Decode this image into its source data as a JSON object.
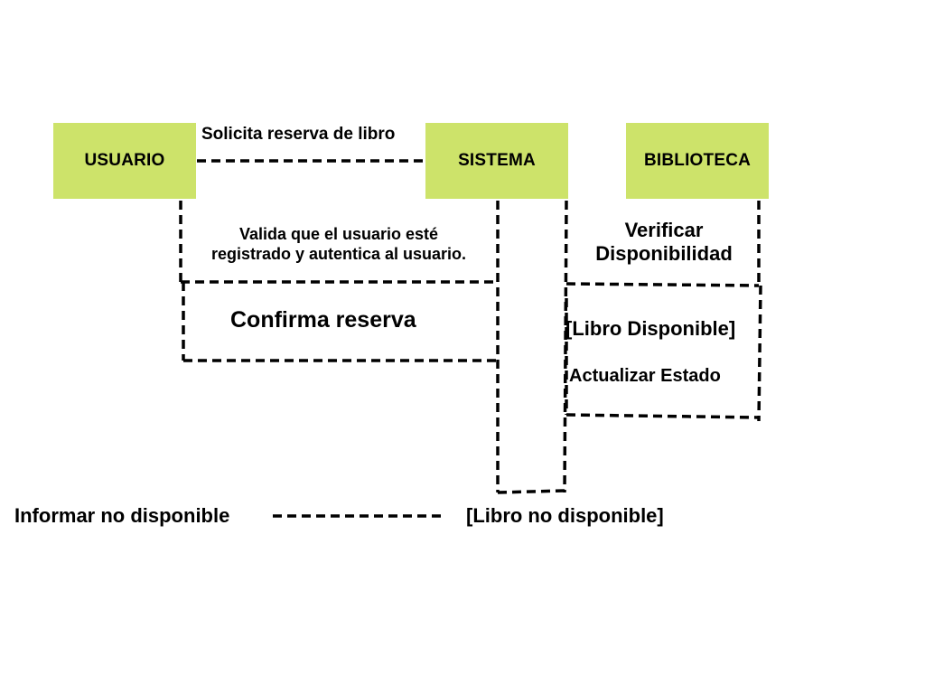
{
  "colors": {
    "actor_fill": "#cde36a",
    "line": "#000000",
    "background": "#ffffff"
  },
  "actors": [
    {
      "label": "USUARIO"
    },
    {
      "label": "SISTEMA"
    },
    {
      "label": "BIBLIOTECA"
    }
  ],
  "messages": {
    "request": "Solicita reserva de libro",
    "validate_line1": "Valida que el usuario esté",
    "validate_line2": "registrado y autentica al usuario.",
    "confirm": "Confirma reserva",
    "verify_line1": "Verificar",
    "verify_line2": "Disponibilidad",
    "available": "[Libro Disponible]",
    "update": "Actualizar Estado",
    "not_available": "[Libro no disponible]",
    "inform": "Informar no disponible"
  }
}
